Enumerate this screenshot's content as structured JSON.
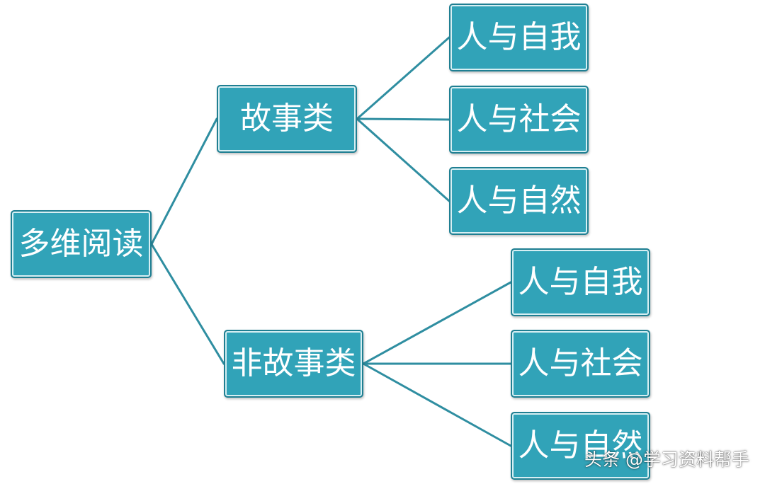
{
  "diagram": {
    "root": {
      "label": "多维阅读"
    },
    "branches": [
      {
        "label": "故事类",
        "children": [
          "人与自我",
          "人与社会",
          "人与自然"
        ]
      },
      {
        "label": "非故事类",
        "children": [
          "人与自我",
          "人与社会",
          "人与自然"
        ]
      }
    ]
  },
  "watermark": "头条 @学习资料帮手",
  "colors": {
    "node_fill": "#31a3b8",
    "node_border": "#1f7f92",
    "connector": "#2f8ea1",
    "text": "#ffffff"
  }
}
